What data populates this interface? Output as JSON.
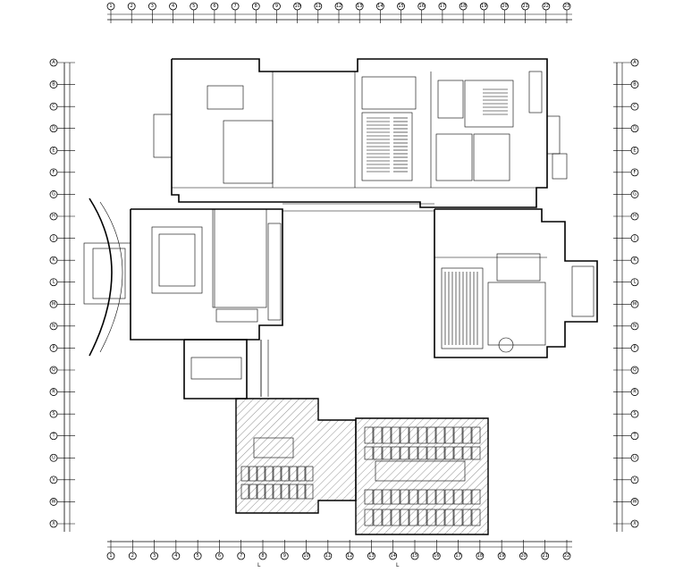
{
  "drawing": {
    "type": "architectural-floor-plan",
    "line_color": "#000000",
    "background_color": "#ffffff",
    "hatch_color": "#666666"
  },
  "annotations": {
    "top_center_label": "",
    "bottom_left_label": "L",
    "bottom_mid_label": "L"
  },
  "grids": {
    "top": [
      "1",
      "2",
      "3",
      "4",
      "5",
      "6",
      "7",
      "8",
      "9",
      "10",
      "11",
      "12",
      "13",
      "14",
      "15",
      "16",
      "17",
      "18",
      "19",
      "20",
      "21",
      "22",
      "23"
    ],
    "bottom": [
      "1",
      "2",
      "3",
      "4",
      "5",
      "6",
      "7",
      "8",
      "9",
      "10",
      "11",
      "12",
      "13",
      "14",
      "15",
      "16",
      "17",
      "18",
      "19",
      "20",
      "21",
      "22"
    ],
    "left": [
      "A",
      "B",
      "C",
      "D",
      "E",
      "F",
      "G",
      "H",
      "J",
      "K",
      "L",
      "M",
      "N",
      "P",
      "Q",
      "R",
      "S",
      "T",
      "U",
      "V",
      "W",
      "X"
    ],
    "right": [
      "A",
      "B",
      "C",
      "D",
      "E",
      "F",
      "G",
      "H",
      "J",
      "K",
      "L",
      "M",
      "N",
      "P",
      "Q",
      "R",
      "S",
      "T",
      "U",
      "V",
      "W",
      "X"
    ]
  }
}
